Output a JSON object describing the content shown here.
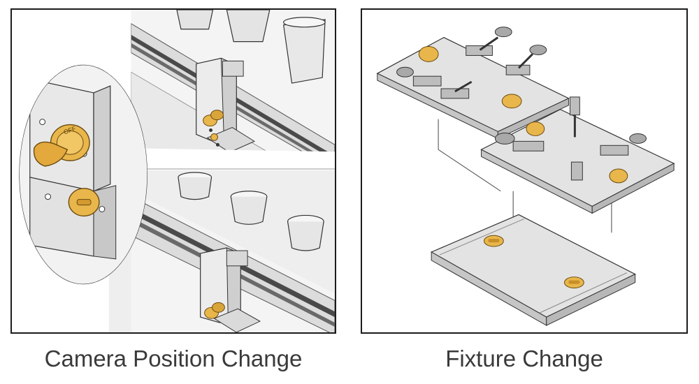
{
  "figure": {
    "captions": {
      "camera_position_change": "Camera Position Change",
      "fixture_change": "Fixture Change"
    },
    "dial_label": "OFF",
    "colors": {
      "background": "#ffffff",
      "frame": "#1c1c1c",
      "metal_face": "#e6e6e6",
      "metal_shade": "#c9c9c9",
      "rail_dark": "#4a4a4a",
      "knob_gold": "#e8b64a",
      "caption_text": "#3a3a3a"
    },
    "icons": [
      "camera-bracket-icon",
      "lock-knob-icon",
      "toggle-clamp-icon",
      "fixture-plate-icon"
    ]
  }
}
